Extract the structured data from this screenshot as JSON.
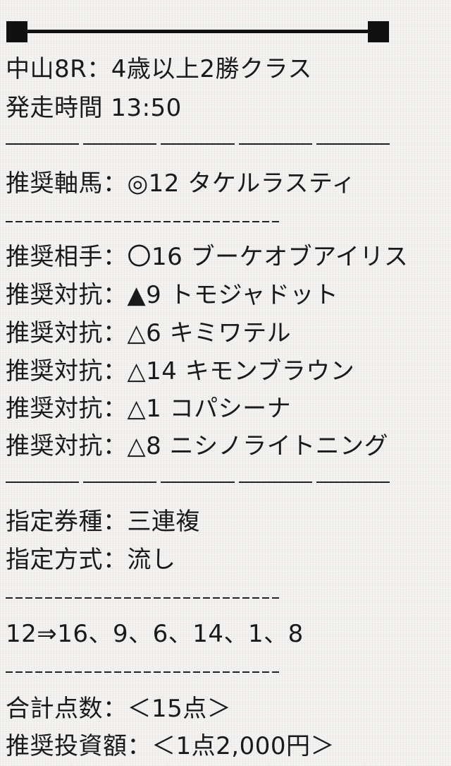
{
  "race": {
    "title": "中山8R：4歳以上2勝クラス",
    "start_time": "発走時間 13:50"
  },
  "picks": {
    "axis": "推奨軸馬：◎12 タケルラスティ",
    "partner": "推奨相手：〇16 ブーケオブアイリス",
    "rivals": [
      "推奨対抗：▲9 トモジャドット",
      "推奨対抗：△6 キミワテル",
      "推奨対抗：△14 キモンブラウン",
      "推奨対抗：△1 コパシーナ",
      "推奨対抗：△8 ニシノライトニング"
    ]
  },
  "bet": {
    "type": "指定券種：三連複",
    "method": "指定方式：流し",
    "combination": "12⇒16、9、6、14、1、8",
    "total_points": "合計点数：＜15点＞",
    "investment": "推奨投資額：＜1点2,000円＞"
  }
}
